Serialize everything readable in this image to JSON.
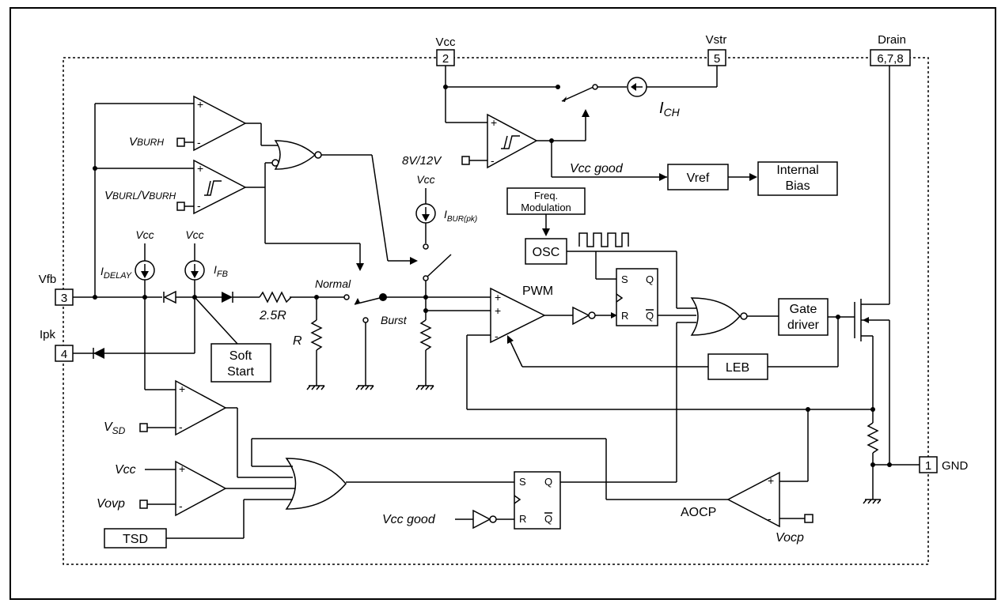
{
  "pins": {
    "vcc": {
      "num": "2",
      "name": "Vcc"
    },
    "vstr": {
      "num": "5",
      "name": "Vstr"
    },
    "drain": {
      "num": "6,7,8",
      "name": "Drain"
    },
    "vfb": {
      "num": "3",
      "name": "Vfb"
    },
    "ipk": {
      "num": "4",
      "name": "Ipk"
    },
    "gnd": {
      "num": "1",
      "name": "GND"
    }
  },
  "labels": {
    "ich_main": "I",
    "ich_sub": "CH",
    "vburh_main": "V",
    "vburh_sub": "BURH",
    "vburl_main": "V",
    "vburl_sub": "BURL",
    "vburl_slash": "/V",
    "vburl_sub2": "BURH",
    "v812": "8V/12V",
    "vcc_good": "Vcc good",
    "vcc_generic": "Vcc",
    "ibur_main": "I",
    "ibur_sub": "BUR(pk)",
    "idelay_main": "I",
    "idelay_sub": "DELAY",
    "ifb_main": "I",
    "ifb_sub": "FB",
    "r25": "2.5R",
    "r": "R",
    "normal": "Normal",
    "burst": "Burst",
    "pwm": "PWM",
    "vsd_main": "V",
    "vsd_sub": "SD",
    "vovp": "Vovp",
    "aocp": "AOCP",
    "vocp": "Vocp",
    "s": "S",
    "r_pin": "R",
    "q": "Q",
    "qbar": "Q"
  },
  "blocks": {
    "vref": "Vref",
    "internal_bias_1": "Internal",
    "internal_bias_2": "Bias",
    "freq_mod_1": "Freq.",
    "freq_mod_2": "Modulation",
    "osc": "OSC",
    "gate_driver_1": "Gate",
    "gate_driver_2": "driver",
    "leb": "LEB",
    "soft_start_1": "Soft",
    "soft_start_2": "Start",
    "tsd": "TSD"
  }
}
